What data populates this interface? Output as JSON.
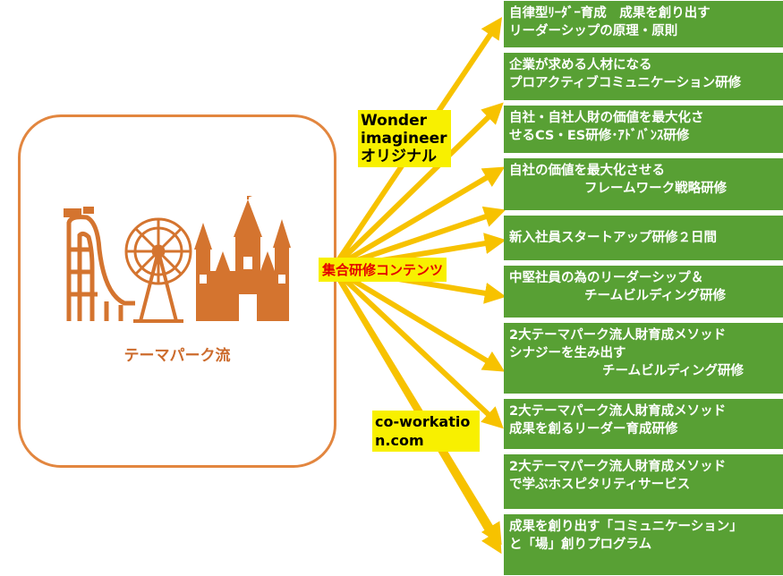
{
  "logo": {
    "caption": "テーマパーク流",
    "icons": [
      "roller-coaster-icon",
      "ferris-wheel-icon",
      "castle-icon"
    ],
    "color": "#d4742f"
  },
  "tags": {
    "wonder": "Wonder imagineer オリジナル",
    "center": "集合研修コンテンツ",
    "cowork": "co-workation.com"
  },
  "programs": [
    [
      "自律型ﾘｰﾀﾞｰ育成　成果を創り出す",
      "リーダーシップの原理・原則"
    ],
    [
      "企業が求める人材になる",
      "プロアクティブコミュニケーション研修"
    ],
    [
      "自社・自社人財の価値を最大化さ",
      "せるCS・ES研修･ｱﾄﾞﾊﾞﾝｽ研修"
    ],
    [
      "自社の価値を最大化させる",
      "フレームワーク戦略研修"
    ],
    [
      "新入社員スタートアップ研修２日間"
    ],
    [
      "中堅社員の為のリーダーシップ＆",
      "チームビルディング研修"
    ],
    [
      "2大テーマパーク流人財育成メソッド",
      "シナジーを生み出す",
      "チームビルディング研修"
    ],
    [
      "2大テーマパーク流人財育成メソッド",
      "成果を創るリーダー育成研修"
    ],
    [
      "2大テーマパーク流人財育成メソッド",
      "で学ぶホスピタリティサービス"
    ],
    [
      "成果を創り出す「コミュニケーション」",
      "と「場」創りプログラム"
    ]
  ],
  "colors": {
    "box": "#58a034",
    "arrow": "#f7c200",
    "tag_bg": "#f8f000",
    "frame": "#e2863f"
  }
}
